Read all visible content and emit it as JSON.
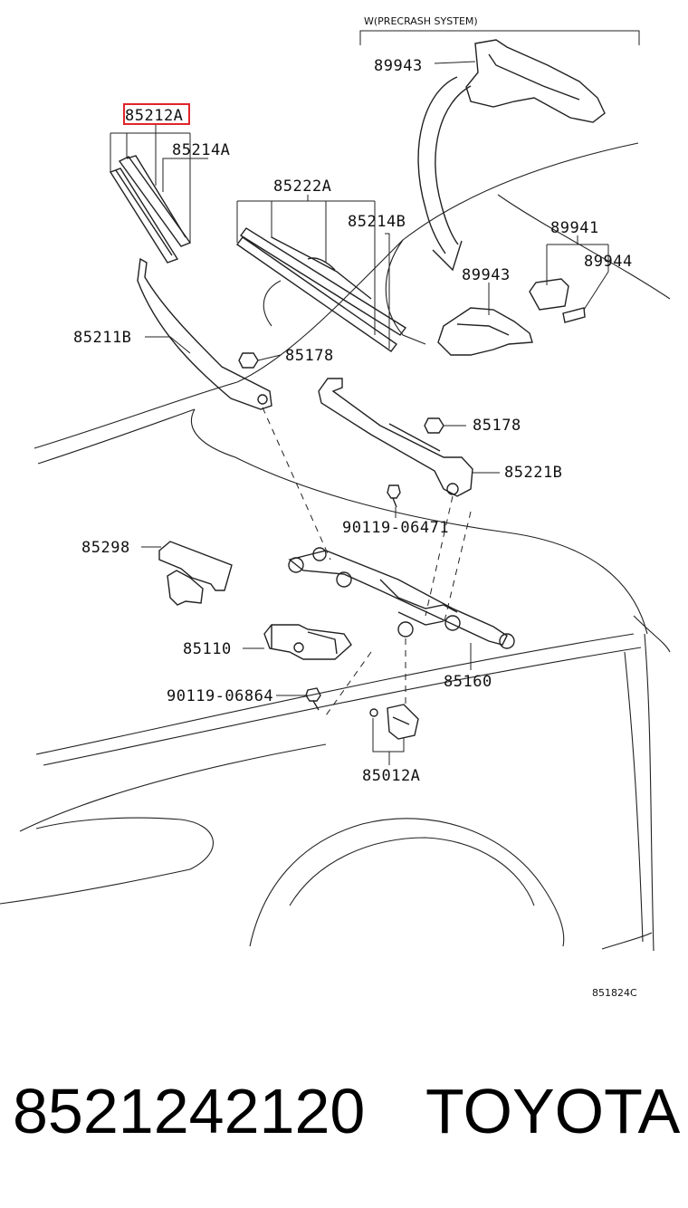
{
  "diagram": {
    "note": "W(PRECRASH SYSTEM)",
    "code": "851824C",
    "parts": {
      "p89943_top": "89943",
      "p85212A": "85212A",
      "p85214A": "85214A",
      "p85222A": "85222A",
      "p85214B": "85214B",
      "p89941": "89941",
      "p89944": "89944",
      "p89943_mid": "89943",
      "p85211B": "85211B",
      "p85178_a": "85178",
      "p85178_b": "85178",
      "p85221B": "85221B",
      "p90119_06471": "90119-06471",
      "p85298": "85298",
      "p85110": "85110",
      "p90119_06864": "90119-06864",
      "p85160": "85160",
      "p85012A": "85012A"
    },
    "highlight_color": "#e0242a"
  },
  "footer": {
    "part_number": "8521242120",
    "brand": "TOYOTA"
  }
}
